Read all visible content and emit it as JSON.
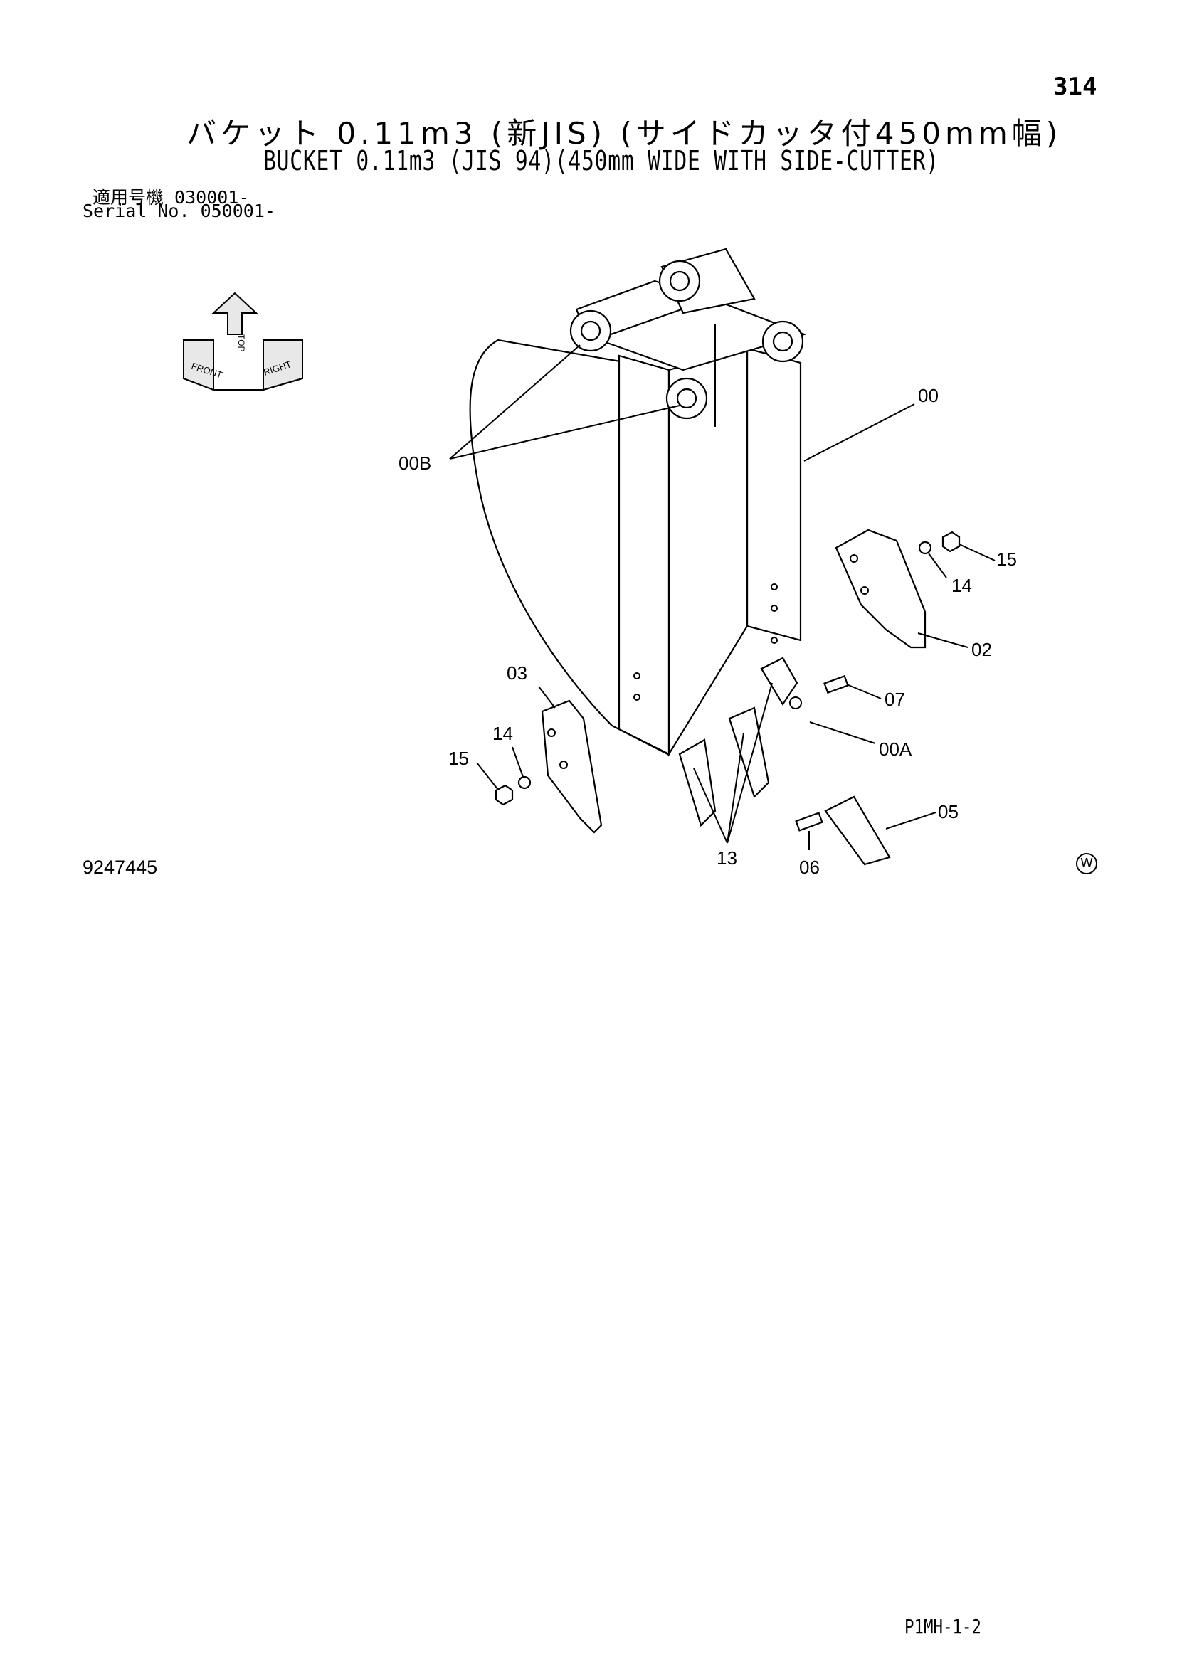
{
  "page": {
    "page_number": "314",
    "title_jp": "バケット 0.11m3 (新JIS) (サイドカッタ付450mm幅)",
    "title_en": "BUCKET 0.11m3 (JIS 94)(450mm WIDE WITH SIDE-CUTTER)",
    "serial_line_1": "適用号機  030001-",
    "serial_line_2": "Serial No. 050001-",
    "document_number": "9247445",
    "watermark_symbol": "W",
    "footer_code": "P1MH-1-2"
  },
  "orientation_icon": {
    "labels": [
      "FRONT",
      "RIGHT",
      "TOP"
    ]
  },
  "diagram": {
    "callouts": [
      {
        "id": "00",
        "label": "00"
      },
      {
        "id": "00B",
        "label": "00B"
      },
      {
        "id": "15a",
        "label": "15"
      },
      {
        "id": "14a",
        "label": "14"
      },
      {
        "id": "02",
        "label": "02"
      },
      {
        "id": "03",
        "label": "03"
      },
      {
        "id": "07",
        "label": "07"
      },
      {
        "id": "14b",
        "label": "14"
      },
      {
        "id": "15b",
        "label": "15"
      },
      {
        "id": "00A",
        "label": "00A"
      },
      {
        "id": "05",
        "label": "05"
      },
      {
        "id": "13",
        "label": "13"
      },
      {
        "id": "06",
        "label": "06"
      }
    ]
  }
}
